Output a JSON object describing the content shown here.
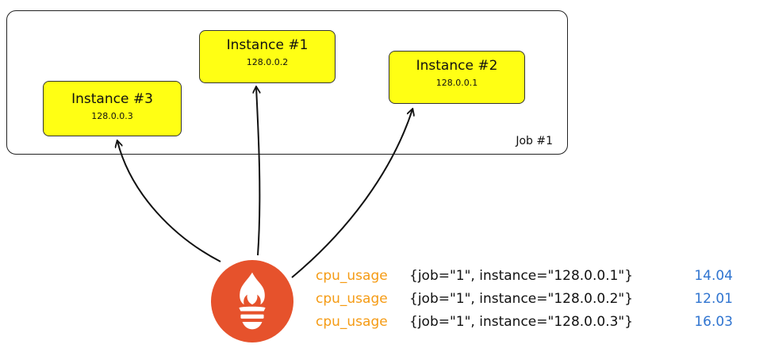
{
  "job": {
    "label": "Job #1"
  },
  "instances": [
    {
      "name": "Instance #1",
      "ip": "128.0.0.2"
    },
    {
      "name": "Instance #2",
      "ip": "128.0.0.1"
    },
    {
      "name": "Instance #3",
      "ip": "128.0.0.3"
    }
  ],
  "metrics": [
    {
      "name": "cpu_usage",
      "labels": "{job=\"1\", instance=\"128.0.0.1\"}",
      "value": "14.04"
    },
    {
      "name": "cpu_usage",
      "labels": "{job=\"1\", instance=\"128.0.0.2\"}",
      "value": "12.01"
    },
    {
      "name": "cpu_usage",
      "labels": "{job=\"1\", instance=\"128.0.0.3\"}",
      "value": "16.03"
    }
  ],
  "colors": {
    "instance_fill": "#ffff14",
    "logo": "#e6522c",
    "metric_name": "#f59b14",
    "metric_value": "#2f74d0"
  },
  "icons": {
    "logo": "prometheus-flame-icon"
  }
}
